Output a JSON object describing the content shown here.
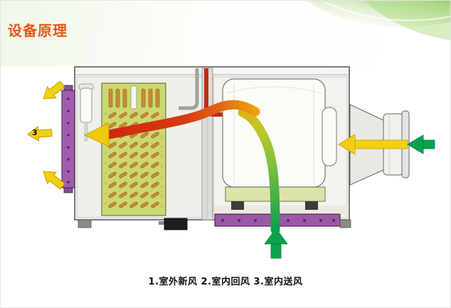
{
  "page": {
    "title": "设备原理",
    "caption": "1.室外新风 2.室内回风 3.室内送风"
  },
  "diagram": {
    "flow3_label": "3",
    "legend": [
      {
        "num": "1",
        "label": "室外新风"
      },
      {
        "num": "2",
        "label": "室内回风"
      },
      {
        "num": "3",
        "label": "室内送风"
      }
    ]
  },
  "colors": {
    "title_orange": "#e8561a",
    "arrow_yellow": "#f2cf12",
    "arrow_red": "#ce2412",
    "arrow_green": "#00a44f",
    "flow_green": "#7fc241",
    "panel_purple": "#a15cab",
    "coil_panel_green": "#ccd86e",
    "coil_tube_orange": "#c98a3c",
    "decoration_green": "#8cc455"
  }
}
